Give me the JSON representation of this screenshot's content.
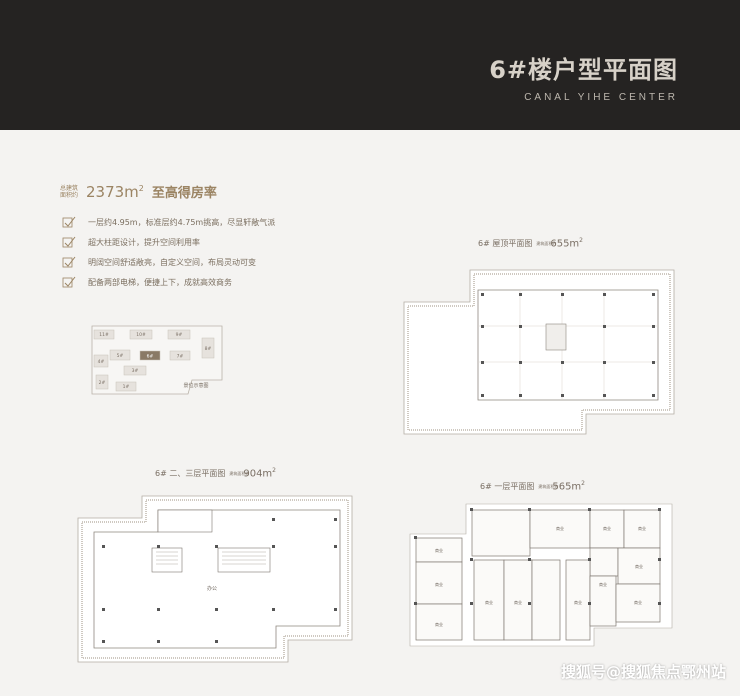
{
  "header": {
    "title": "6#楼户型平面图",
    "subtitle": "CANAL YIHE CENTER"
  },
  "area": {
    "caption": "总建筑面积约",
    "value": "2373m",
    "sup": "2",
    "tagline": "至高得房率"
  },
  "features": [
    "一层约4.95m，标准层约4.75m挑高，尽显轩敞气派",
    "超大柱距设计，提升空间利用率",
    "明阔空间舒适敞亮，自定义空间，布局灵动可变",
    "配备两部电梯，便捷上下，成就高效商务"
  ],
  "site_map": {
    "caption": "景位示意图",
    "blocks": [
      "11#",
      "10#",
      "9#",
      "8#",
      "6#",
      "5#",
      "4#",
      "7#",
      "3#",
      "2#",
      "1#"
    ],
    "highlight": "6#"
  },
  "plans": {
    "roof": {
      "label": "6# 屋顶平面图",
      "caption": "建筑面积约",
      "area": "655m",
      "sup": "2"
    },
    "second_third": {
      "label": "6# 二、三层平面图",
      "caption": "建筑面积约",
      "area": "904m",
      "sup": "2",
      "room": "办公"
    },
    "first": {
      "label": "6# 一层平面图",
      "caption": "建筑面积约",
      "area": "565m",
      "sup": "2",
      "room": "商业",
      "lobby": "大堂"
    }
  },
  "watermark": "搜狐号@搜狐焦点鄂州站",
  "colors": {
    "header_bg": "#252322",
    "accent": "#9b8463",
    "highlight_block": "#8a7a66"
  }
}
